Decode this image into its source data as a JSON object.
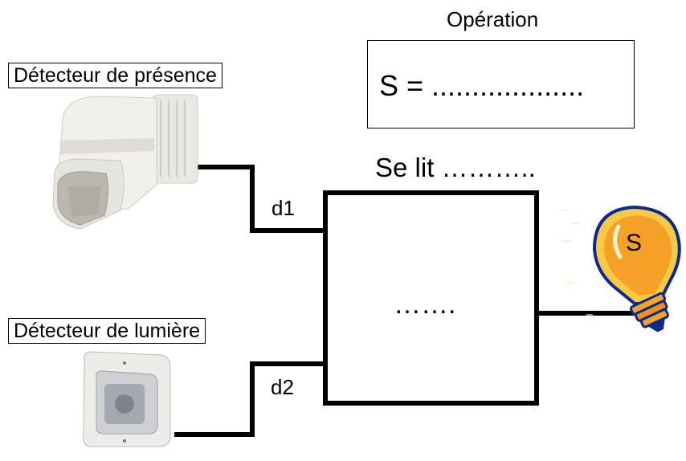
{
  "operation": {
    "title": "Opération",
    "expression": "S = ..................."
  },
  "se_lit": "Se lit ………..",
  "block": {
    "content": "……."
  },
  "inputs": {
    "d1": "d1",
    "d2": "d2"
  },
  "sensors": {
    "presence_label": "Détecteur de présence",
    "light_label": "Détecteur de lumière"
  },
  "output": {
    "lamp_label": "S"
  }
}
